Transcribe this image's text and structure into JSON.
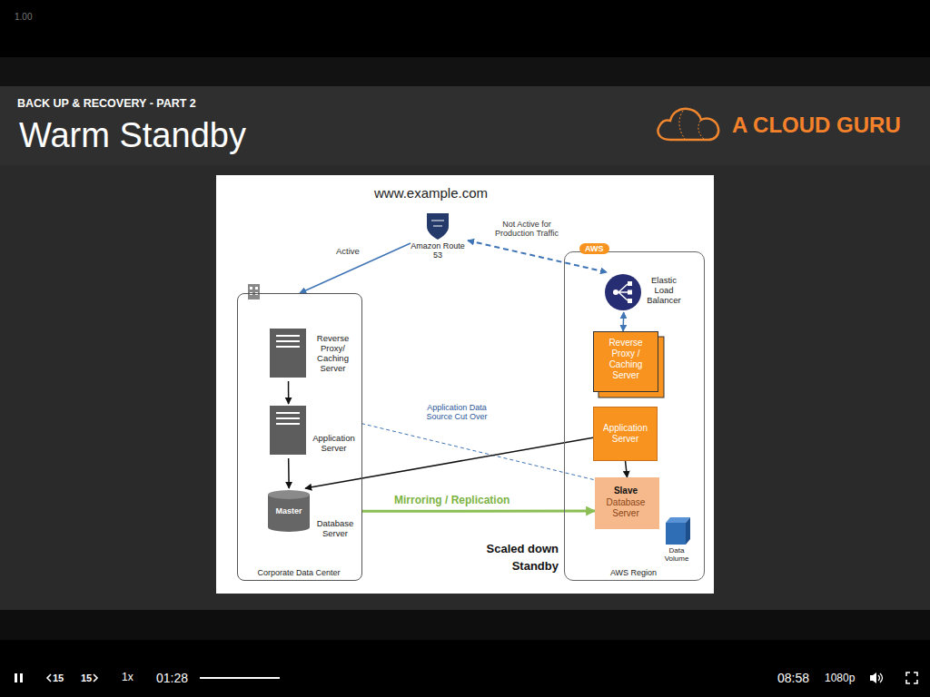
{
  "diagram": {
    "title": "Warm Standby",
    "nodes": [
      {
        "text": [
          "Amazon Route 53"
        ]
      },
      {
        "text": [
          "Corporate Data Center"
        ]
      },
      {
        "text": [
          "Reverse Proxy/ Caching Server"
        ],
        "in": 1
      },
      {
        "text": [
          "Application Server"
        ],
        "in": 1
      },
      {
        "text": [
          "Master",
          "Database Server"
        ],
        "in": 1
      },
      {
        "text": [
          "AWS",
          "AWS Region"
        ]
      },
      {
        "text": [
          "Elastic Load Balancer"
        ],
        "in": 5
      },
      {
        "text": [
          "Reverse Proxy / Caching Server"
        ],
        "in": 5
      },
      {
        "text": [
          "Application Server"
        ],
        "in": 5
      },
      {
        "text": [
          "Slave",
          "Database Server"
        ],
        "in": 5
      },
      {
        "text": [
          "Data Volume"
        ],
        "in": 5
      }
    ],
    "edges": [
      {
        "from": 0,
        "to": 1,
        "arrow": "to",
        "label": "Active"
      },
      {
        "from": 0,
        "to": 6,
        "arrow": "both",
        "label": "Not Active for Production Traffic"
      },
      {
        "from": 6,
        "to": 7,
        "arrow": "both"
      },
      {
        "from": 2,
        "to": 3,
        "arrow": "to"
      },
      {
        "from": 3,
        "to": 4,
        "arrow": "to"
      },
      {
        "from": 3,
        "to": 9,
        "arrow": "none",
        "label": "Application Data Source Cut Over"
      },
      {
        "from": 8,
        "to": 4,
        "arrow": "to"
      },
      {
        "from": 8,
        "to": 9,
        "arrow": "to"
      },
      {
        "from": 4,
        "to": 9,
        "arrow": "to",
        "label": "Mirroring / Replication"
      }
    ],
    "labels": [
      "1.00",
      "BACK UP & RECOVERY - PART 2",
      "A CLOUD GURU",
      "www.example.com",
      "Scaled down Standby",
      "15",
      "15",
      "1x",
      "01:28",
      "08:58",
      "1080p"
    ]
  }
}
